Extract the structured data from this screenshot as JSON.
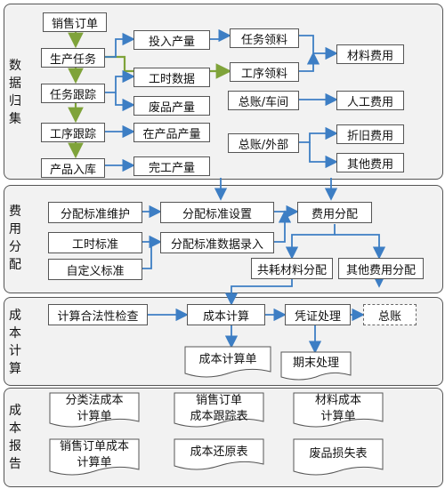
{
  "bands": [
    {
      "label": "数据归集"
    },
    {
      "label": "费用分配"
    },
    {
      "label": "成本计算"
    },
    {
      "label": "成本报告"
    }
  ],
  "data_collection": {
    "sales_order": "销售订单",
    "production_task": "生产任务",
    "task_tracking": "任务跟踪",
    "process_tracking": "工序跟踪",
    "product_storage": "产品入库",
    "input_output": "投入产量",
    "work_hours_data": "工时数据",
    "scrap_output": "废品产量",
    "wip_output": "在产品产量",
    "finished_output": "完工产量",
    "task_material": "任务领料",
    "process_material": "工序领料",
    "material_cost": "材料费用",
    "gl_workshop": "总账/车间",
    "labor_cost": "人工费用",
    "gl_external": "总账/外部",
    "depreciation_cost": "折旧费用",
    "other_cost": "其他费用"
  },
  "cost_allocation": {
    "standard_maintain": "分配标准维护",
    "standard_setting": "分配标准设置",
    "cost_allocation": "费用分配",
    "work_hour_standard": "工时标准",
    "standard_data_entry": "分配标准数据录入",
    "custom_standard": "自定义标准",
    "shared_material_alloc": "共耗材料分配",
    "other_cost_alloc": "其他费用分配"
  },
  "cost_calculation": {
    "legality_check": "计算合法性检查",
    "cost_calc": "成本计算",
    "voucher_process": "凭证处理",
    "general_ledger": "总账",
    "cost_calc_sheet": "成本计算单",
    "period_end": "期末处理"
  },
  "cost_report": {
    "category_sheet": [
      "分类法成本",
      "计算单"
    ],
    "sales_tracking": [
      "销售订单",
      "成本跟踪表"
    ],
    "material_sheet": [
      "材料成本",
      "计算单"
    ],
    "sales_order_sheet": [
      "销售订单成本",
      "计算单"
    ],
    "cost_restore": "成本还原表",
    "scrap_loss": "废品损失表"
  },
  "colors": {
    "blue_arrow": "#3d7ec4",
    "green_arrow": "#7fa33a",
    "band_fill": "#f2f2f2"
  }
}
